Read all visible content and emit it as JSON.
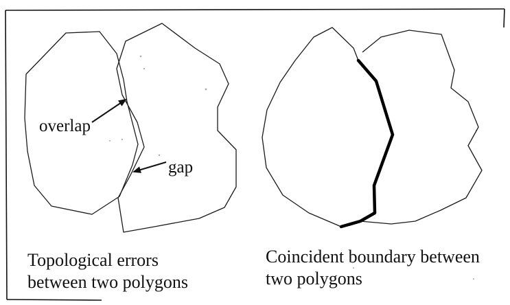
{
  "colors": {
    "frame": "#111111",
    "outline": "#1a1a1a",
    "boundary": "#000000",
    "speck": "#aaaaaa"
  },
  "left_panel": {
    "overlap_label": "overlap",
    "gap_label": "gap",
    "caption_line1": "Topological errors",
    "caption_line2": "between two polygons"
  },
  "right_panel": {
    "caption_line1": "Coincident boundary between",
    "caption_line2": "two polygons"
  }
}
